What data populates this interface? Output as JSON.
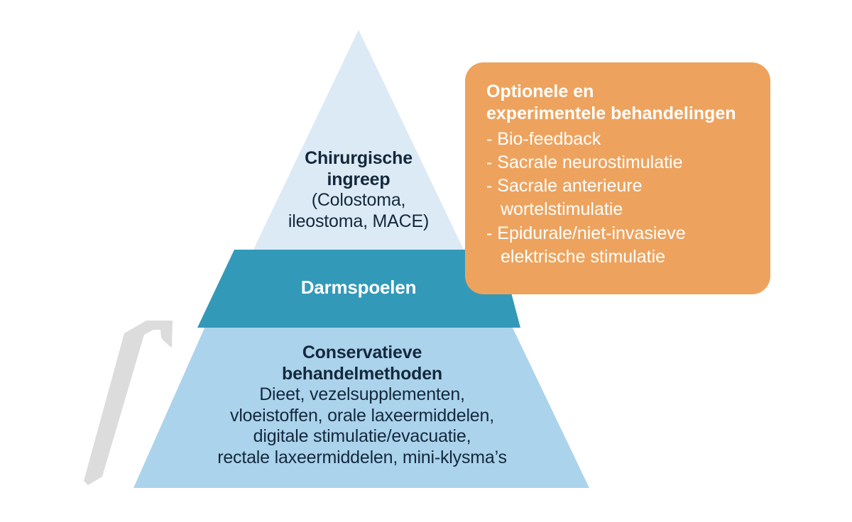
{
  "colors": {
    "tier_top_fill": "#dceaf5",
    "tier_mid_fill": "#3399b8",
    "tier_bot_fill": "#abd3ec",
    "callout_fill": "#eda35e",
    "text_dark": "#14283c",
    "text_light": "#ffffff",
    "arrow": "#dcdcdc",
    "background": "#ffffff"
  },
  "pyramid": {
    "tiers": [
      {
        "id": "surgical",
        "heading_lines": [
          "Chirurgische",
          "ingreep"
        ],
        "detail_lines": [
          "(Colostoma,",
          "ileostoma, MACE)"
        ],
        "fill": "#dceaf5"
      },
      {
        "id": "bowel-irrigation",
        "heading_lines": [
          "Darmspoelen"
        ],
        "detail_lines": [],
        "fill": "#3399b8"
      },
      {
        "id": "conservative",
        "heading_lines": [
          "Conservatieve",
          "behandelmethoden"
        ],
        "detail_lines": [
          "Dieet, vezelsupplementen,",
          "vloeistoffen, orale laxeermiddelen,",
          "digitale stimulatie/evacuatie,",
          "rectale laxeermiddelen, mini-klysma’s"
        ],
        "fill": "#abd3ec"
      }
    ]
  },
  "callout": {
    "title_lines": [
      "Optionele en",
      "experimentele behandelingen"
    ],
    "items": [
      "- Bio-feedback",
      "- Sacrale neurostimulatie",
      "- Sacrale anterieure\n  wortelstimulatie",
      "- Epidurale/niet-invasieve\n  elektrische stimulatie"
    ]
  },
  "arrow": {
    "direction": "up-right",
    "label": "escalation-arrow"
  }
}
